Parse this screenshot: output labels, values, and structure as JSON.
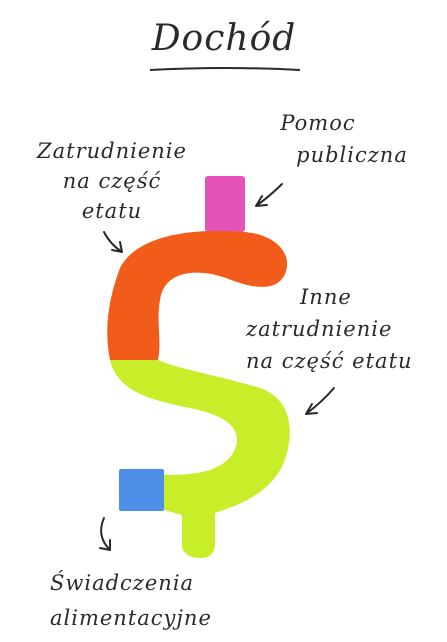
{
  "title": "Dochód",
  "segments": [
    {
      "label_lines": [
        "Zatrudnienie",
        "na część",
        "etatu"
      ],
      "color": "#f25c1a",
      "legend_key": "part-time-employment"
    },
    {
      "label_lines": [
        "Pomoc",
        "publiczna"
      ],
      "color": "#e552b8",
      "legend_key": "public-assistance"
    },
    {
      "label_lines": [
        "Inne",
        "zatrudnienie",
        "na część etatu"
      ],
      "color": "#c8ee2a",
      "legend_key": "other-part-time-employment"
    },
    {
      "label_lines": [
        "Świadczenia",
        "alimentacyjne"
      ],
      "color": "#4d8ee6",
      "legend_key": "child-support"
    }
  ]
}
